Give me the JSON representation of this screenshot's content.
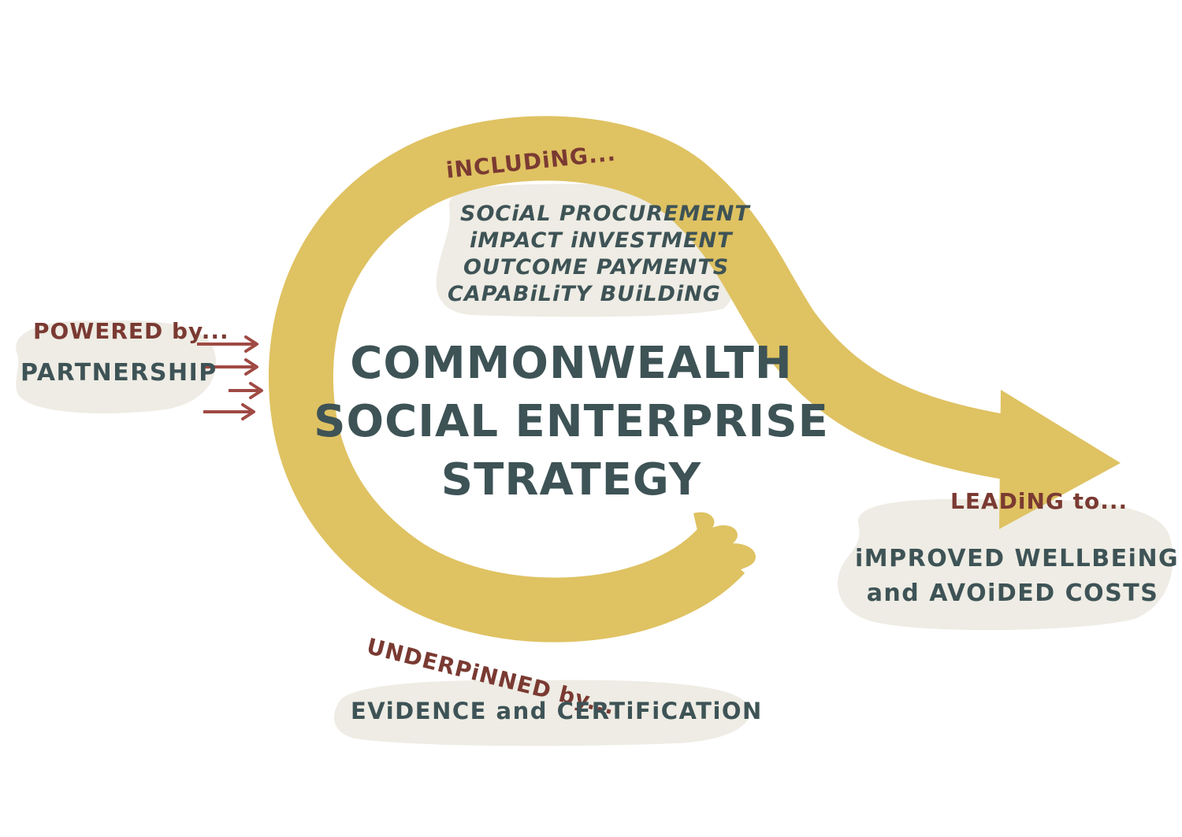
{
  "colors": {
    "arrow": "#dfc262",
    "bubble": "#eeece4",
    "accent": "#a04a44",
    "label": "#7a3a32",
    "text": "#3e5356"
  },
  "title": {
    "line1": "COMMONWEALTH",
    "line2": "SOCIAL ENTERPRISE",
    "line3": "STRATEGY"
  },
  "powered": {
    "label": "POWERED by...",
    "value": "PARTNERSHIP"
  },
  "including": {
    "label": "iNCLUDiNG...",
    "items": [
      "SOCiAL PROCUREMENT",
      "iMPACT iNVESTMENT",
      "OUTCOME PAYMENTS",
      "CAPABiLiTY BUiLDiNG"
    ]
  },
  "leading": {
    "label": "LEADiNG to...",
    "line1": "iMPROVED WELLBEiNG",
    "line2": "and AVOiDED COSTS"
  },
  "underpinned": {
    "label": "UNDERPiNNED by...",
    "value": "EViDENCE and CERTiFiCATiON"
  }
}
